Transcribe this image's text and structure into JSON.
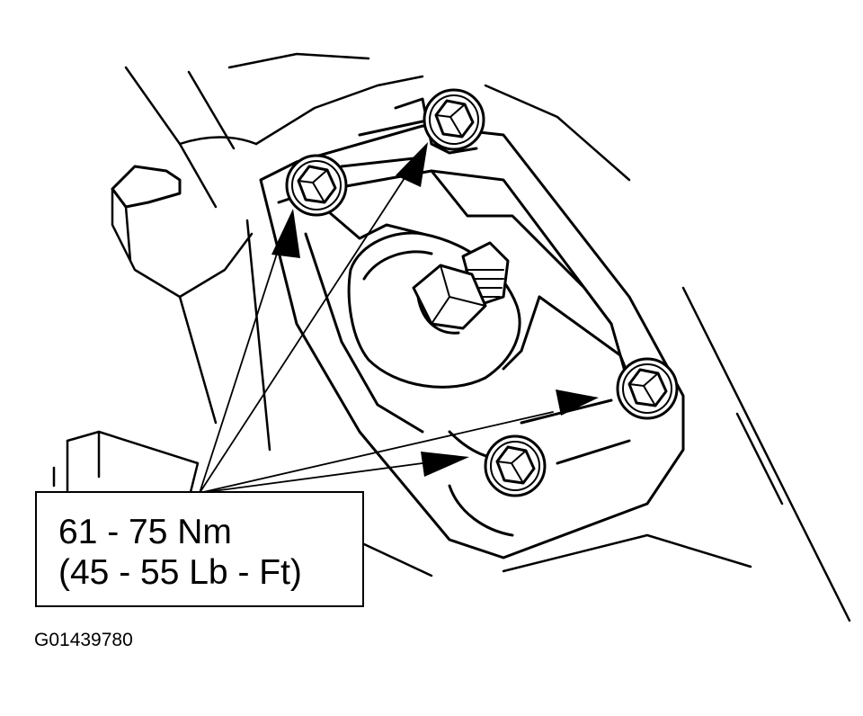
{
  "callout": {
    "line1": "61 - 75 Nm",
    "line2": "(45 - 55 Lb - Ft)"
  },
  "figure_id": "G01439780",
  "colors": {
    "ink": "#000000",
    "paper": "#ffffff"
  }
}
